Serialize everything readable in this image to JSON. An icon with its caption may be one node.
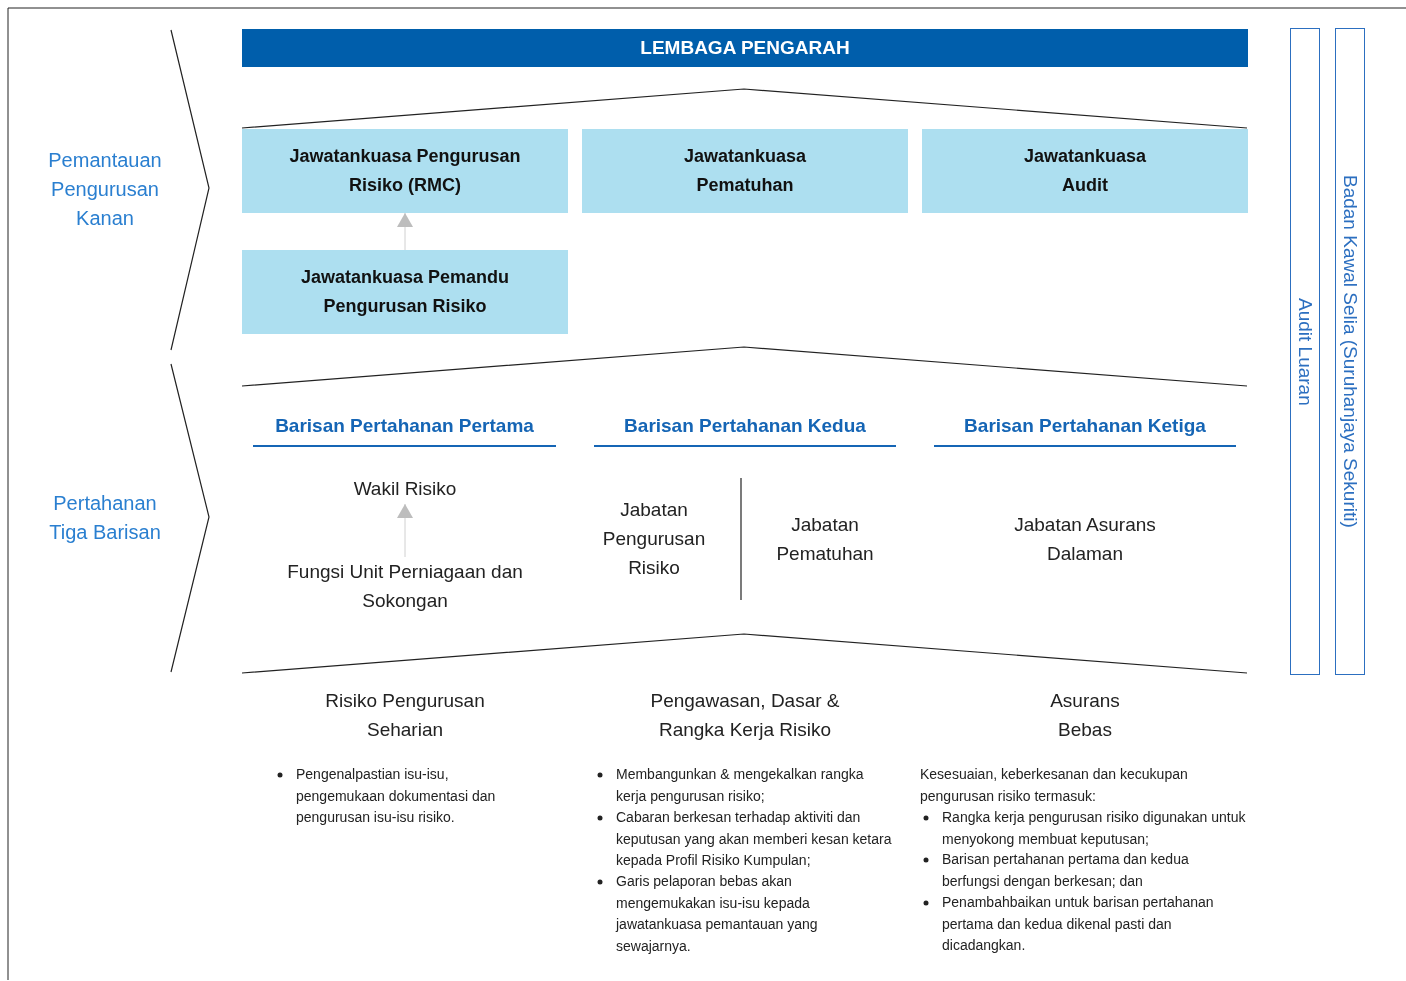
{
  "diagram": {
    "nodes": [
      {
        "text": [
          "LEMBAGA PENGARAH"
        ]
      },
      {
        "text": [
          "Jawatankuasa Pengurusan Risiko (RMC)"
        ]
      },
      {
        "text": [
          "Jawatankuasa Pematuhan"
        ]
      },
      {
        "text": [
          "Jawatankuasa Audit"
        ]
      },
      {
        "text": [
          "Jawatankuasa Pemandu Pengurusan Risiko"
        ]
      },
      {
        "text": [
          "Wakil Risiko"
        ]
      },
      {
        "text": [
          "Fungsi Unit Perniagaan dan Sokongan"
        ]
      },
      {
        "text": [
          "Audit Luaran"
        ]
      },
      {
        "text": [
          "Badan Kawal Selia (Suruhanjaya Sekuriti)"
        ]
      }
    ],
    "edges": [
      {
        "from": 4,
        "to": 1,
        "arrow": "to"
      },
      {
        "from": 6,
        "to": 5,
        "arrow": "to"
      }
    ],
    "labels": [
      "Pemantauan Pengurusan Kanan",
      "Pertahanan Tiga Barisan",
      "Barisan Pertahanan Pertama",
      "Barisan Pertahanan Kedua",
      "Barisan Pertahanan Ketiga",
      "Jabatan Pengurusan Risiko",
      "Jabatan Pematuhan",
      "Jabatan Asurans Dalaman",
      "Risiko Pengurusan Seharian",
      "Pengawasan, Dasar & Rangka Kerja Risiko",
      "Asurans Bebas",
      "Pengenalpastian isu-isu, pengemukaan dokumentasi dan pengurusan isu-isu risiko.",
      "Membangunkan & mengekalkan rangka kerja pengurusan risiko;",
      "Cabaran berkesan terhadap aktiviti dan keputusan yang akan memberi kesan ketara kepada Profil Risiko Kumpulan;",
      "Garis pelaporan bebas akan mengemukakan isu-isu kepada jawatankuasa pemantauan yang sewajarnya.",
      "Kesesuaian, keberkesanan dan kecukupan pengurusan risiko termasuk:",
      "Rangka kerja pengurusan risiko digunakan untuk menyokong membuat keputusan;",
      "Barisan pertahanan pertama dan kedua berfungsi dengan berkesan; dan",
      "Penambahbaikan untuk barisan pertahanan pertama dan kedua dikenal pasti dan dicadangkan."
    ]
  }
}
